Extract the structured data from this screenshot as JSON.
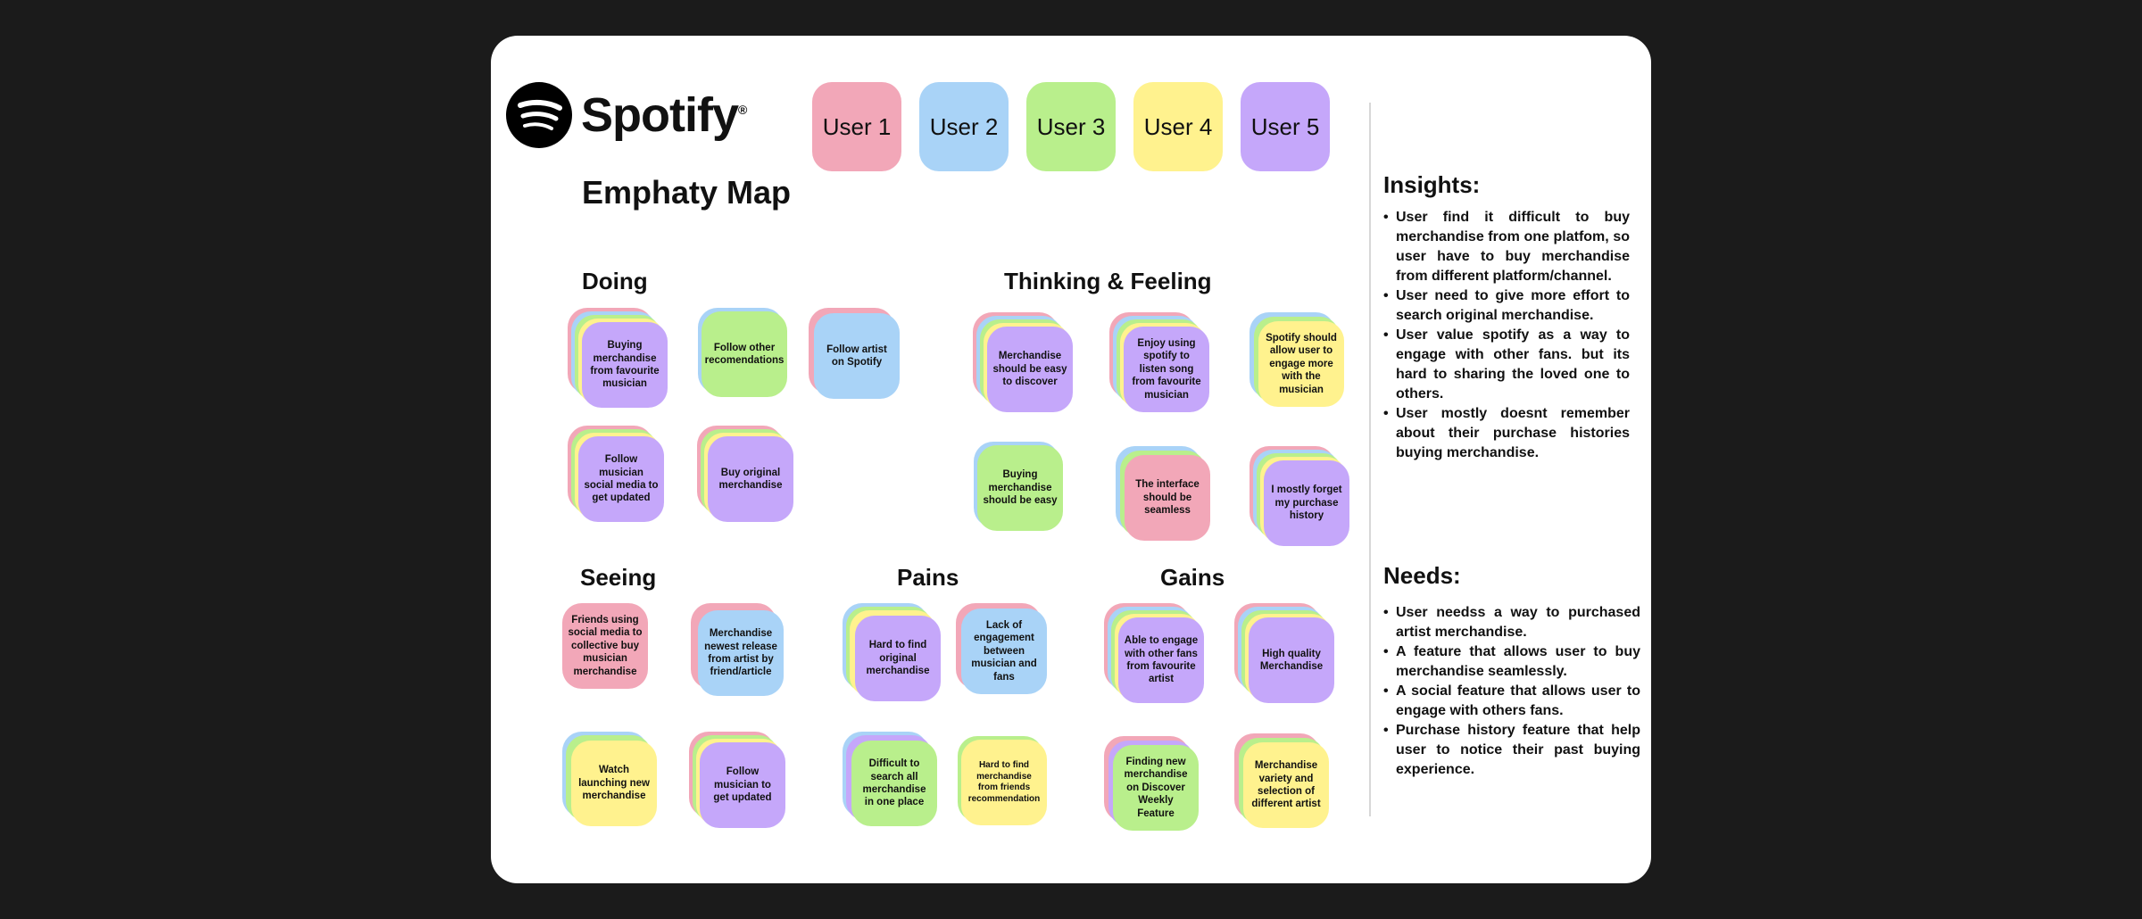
{
  "brand": {
    "name": "Spotify",
    "reg": "®",
    "icon": "spotify-logo-icon"
  },
  "users": [
    {
      "label": "User 1",
      "color": "#F2A7B8"
    },
    {
      "label": "User 2",
      "color": "#A9D3F7"
    },
    {
      "label": "User 3",
      "color": "#B9EF8C"
    },
    {
      "label": "User 4",
      "color": "#FFF28E"
    },
    {
      "label": "User 5",
      "color": "#C5A7FA"
    }
  ],
  "title": "Emphaty Map",
  "sections": {
    "doing": "Doing",
    "thinking": "Thinking & Feeling",
    "seeing": "Seeing",
    "pains": "Pains",
    "gains": "Gains"
  },
  "notes": {
    "doing": [
      "Buying merchandise from favourite musician",
      "Follow other recomendations",
      "Follow artist on Spotify",
      "Follow musician social media to get updated",
      "Buy original merchandise"
    ],
    "thinking": [
      "Merchandise should be easy to discover",
      "Enjoy using spotify to listen song from favourite musician",
      "Spotify should allow user to engage more with the musician",
      "Buying merchandise should be easy",
      "The interface should be seamless",
      "I mostly forget my purchase history"
    ],
    "seeing": [
      "Friends using social media to collective buy musician merchandise",
      "Merchandise newest release from artist by friend/article",
      "Watch launching new merchandise",
      "Follow musician to get updated"
    ],
    "pains": [
      "Hard to find original merchandise",
      "Lack of engagement between musician and fans",
      "Difficult to search all merchandise in one place",
      "Hard to find merchandise from friends recommendation"
    ],
    "gains": [
      "Able to engage with other fans from favourite artist",
      "High quality Merchandise",
      "Finding new merchandise on Discover Weekly Feature",
      "Merchandise variety and selection of different artist"
    ]
  },
  "insights": {
    "heading": "Insights:",
    "items": [
      "User find it difficult to buy merchandise from one platfom, so user have to buy merchandise from different platform/channel.",
      "User need to give more effort to search original merchandise.",
      "User value spotify as a way to engage with other fans. but its hard to sharing the loved one to others.",
      "User mostly doesnt remember about their purchase histories buying merchandise."
    ]
  },
  "needs": {
    "heading": "Needs:",
    "items": [
      "User needss a way to purchased artist merchandise.",
      "A feature that allows  user to buy merchandise seamlessly.",
      "A social feature that allows user to engage with others fans.",
      "Purchase history feature that help user to notice their past buying experience."
    ]
  }
}
